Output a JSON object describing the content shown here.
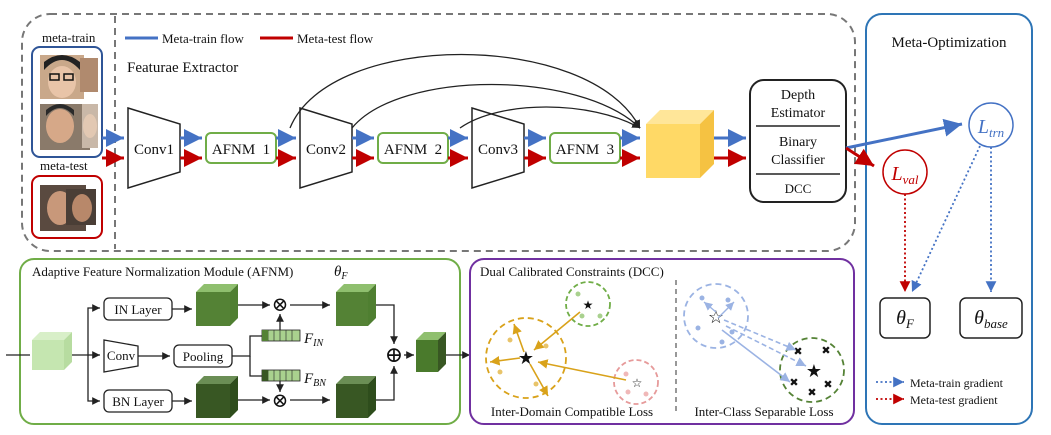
{
  "legend": {
    "train_flow": "Meta-train flow",
    "test_flow": "Meta-test flow",
    "train_color": "#4472c4",
    "test_color": "#c00000"
  },
  "inputs": {
    "meta_train": "meta-train",
    "meta_test": "meta-test"
  },
  "extractor": {
    "title": "Featurae Extractor",
    "conv1": "Conv1",
    "afnm1": "AFNM  1",
    "conv2": "Conv2",
    "afnm2": "AFNM  2",
    "conv3": "Conv3",
    "afnm3": "AFNM  3"
  },
  "heads": {
    "depth1": "Depth",
    "depth2": "Estimator",
    "binary1": "Binary",
    "binary2": "Classifier",
    "dcc": "DCC"
  },
  "meta_opt": {
    "title": "Meta-Optimization",
    "l_trn": {
      "base": "L",
      "sub": "trn"
    },
    "l_val": {
      "base": "L",
      "sub": "val"
    },
    "theta_f": {
      "base": "θ",
      "sub": "F"
    },
    "theta_base": {
      "base": "θ",
      "sub": "base"
    },
    "legend_train": "Meta-train gradient",
    "legend_test": "Meta-test gradient"
  },
  "afnm": {
    "title": "Adaptive Feature Normalization Module (AFNM)",
    "theta": {
      "base": "θ",
      "sub": "F"
    },
    "in_layer": "IN Layer",
    "conv": "Conv",
    "pooling": "Pooling",
    "bn_layer": "BN Layer",
    "f_in": {
      "base": "F",
      "sub": "IN"
    },
    "f_bn": {
      "base": "F",
      "sub": "BN"
    },
    "otimes": "⊗",
    "oplus": "⊕"
  },
  "dcc": {
    "title": "Dual Calibrated Constraints (DCC)",
    "loss_left": "Inter-Domain Compatible Loss",
    "loss_right": "Inter-Class Separable Loss"
  }
}
